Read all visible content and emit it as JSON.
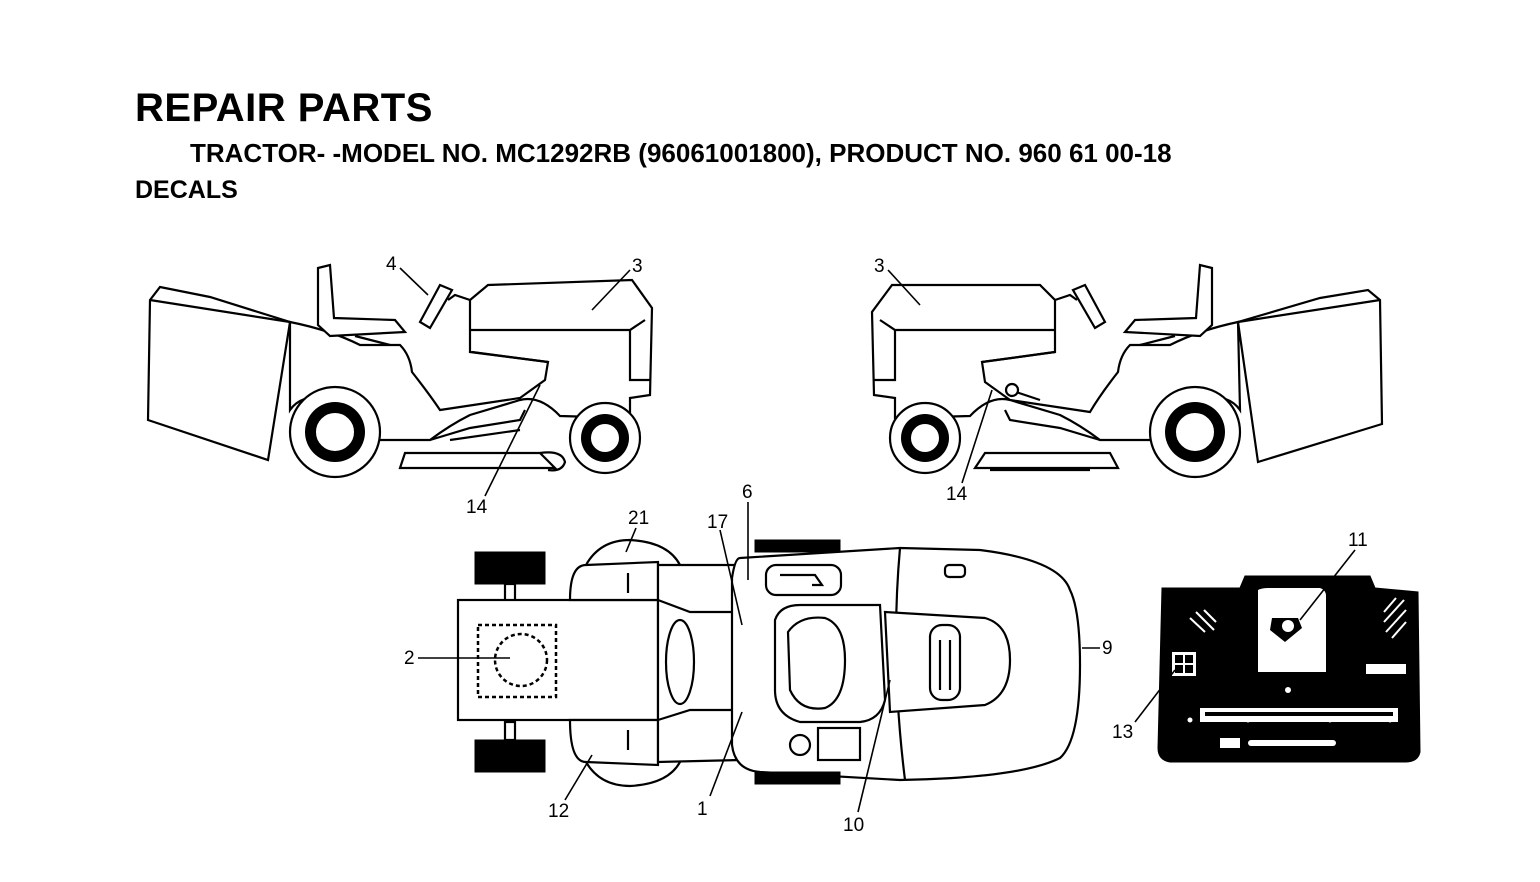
{
  "header": {
    "title": "REPAIR PARTS",
    "subtitle": "TRACTOR- -MODEL NO. MC1292RB (96061001800), PRODUCT NO. 960 61 00-18",
    "section": "DECALS"
  },
  "callouts": {
    "left_view": {
      "c4": "4",
      "c3": "3",
      "c14": "14"
    },
    "right_view": {
      "c3": "3",
      "c14": "14"
    },
    "top_view": {
      "c2": "2",
      "c21": "21",
      "c17": "17",
      "c6": "6",
      "c9": "9",
      "c12": "12",
      "c1": "1",
      "c10": "10"
    },
    "dash_view": {
      "c11": "11",
      "c13": "13"
    }
  }
}
